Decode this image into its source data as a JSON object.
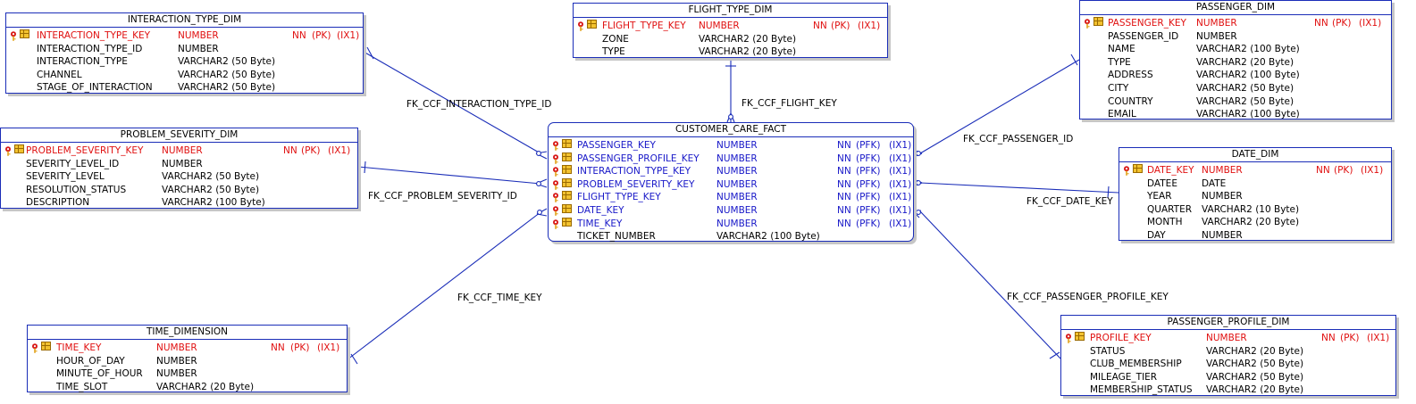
{
  "tables": {
    "interaction_type_dim": {
      "title": "INTERACTION_TYPE_DIM",
      "rows": [
        {
          "name": "INTERACTION_TYPE_KEY",
          "type": "NUMBER",
          "nn": "NN",
          "key": "(PK)",
          "ix": "(IX1)",
          "kind": "pk"
        },
        {
          "name": "INTERACTION_TYPE_ID",
          "type": "NUMBER",
          "nn": "",
          "key": "",
          "ix": "",
          "kind": "col"
        },
        {
          "name": "INTERACTION_TYPE",
          "type": "VARCHAR2 (50 Byte)",
          "nn": "",
          "key": "",
          "ix": "",
          "kind": "col"
        },
        {
          "name": "CHANNEL",
          "type": "VARCHAR2 (50 Byte)",
          "nn": "",
          "key": "",
          "ix": "",
          "kind": "col"
        },
        {
          "name": "STAGE_OF_INTERACTION",
          "type": "VARCHAR2 (50 Byte)",
          "nn": "",
          "key": "",
          "ix": "",
          "kind": "col"
        }
      ]
    },
    "problem_severity_dim": {
      "title": "PROBLEM_SEVERITY_DIM",
      "rows": [
        {
          "name": "PROBLEM_SEVERITY_KEY",
          "type": "NUMBER",
          "nn": "NN",
          "key": "(PK)",
          "ix": "(IX1)",
          "kind": "pk"
        },
        {
          "name": "SEVERITY_LEVEL_ID",
          "type": "NUMBER",
          "nn": "",
          "key": "",
          "ix": "",
          "kind": "col"
        },
        {
          "name": "SEVERITY_LEVEL",
          "type": "VARCHAR2 (50 Byte)",
          "nn": "",
          "key": "",
          "ix": "",
          "kind": "col"
        },
        {
          "name": "RESOLUTION_STATUS",
          "type": "VARCHAR2 (50 Byte)",
          "nn": "",
          "key": "",
          "ix": "",
          "kind": "col"
        },
        {
          "name": "DESCRIPTION",
          "type": "VARCHAR2 (100 Byte)",
          "nn": "",
          "key": "",
          "ix": "",
          "kind": "col"
        }
      ]
    },
    "time_dimension": {
      "title": "TIME_DIMENSION",
      "rows": [
        {
          "name": "TIME_KEY",
          "type": "NUMBER",
          "nn": "NN",
          "key": "(PK)",
          "ix": "(IX1)",
          "kind": "pk"
        },
        {
          "name": "HOUR_OF_DAY",
          "type": "NUMBER",
          "nn": "",
          "key": "",
          "ix": "",
          "kind": "col"
        },
        {
          "name": "MINUTE_OF_HOUR",
          "type": "NUMBER",
          "nn": "",
          "key": "",
          "ix": "",
          "kind": "col"
        },
        {
          "name": "TIME_SLOT",
          "type": "VARCHAR2 (20 Byte)",
          "nn": "",
          "key": "",
          "ix": "",
          "kind": "col"
        }
      ]
    },
    "flight_type_dim": {
      "title": "FLIGHT_TYPE_DIM",
      "rows": [
        {
          "name": "FLIGHT_TYPE_KEY",
          "type": "NUMBER",
          "nn": "NN",
          "key": "(PK)",
          "ix": "(IX1)",
          "kind": "pk"
        },
        {
          "name": "ZONE",
          "type": "VARCHAR2 (20 Byte)",
          "nn": "",
          "key": "",
          "ix": "",
          "kind": "col"
        },
        {
          "name": "TYPE",
          "type": "VARCHAR2 (20 Byte)",
          "nn": "",
          "key": "",
          "ix": "",
          "kind": "col"
        }
      ]
    },
    "customer_care_fact": {
      "title": "CUSTOMER_CARE_FACT",
      "rows": [
        {
          "name": "PASSENGER_KEY",
          "type": "NUMBER",
          "nn": "NN",
          "key": "(PFK)",
          "ix": "(IX1)",
          "kind": "fk"
        },
        {
          "name": "PASSENGER_PROFILE_KEY",
          "type": "NUMBER",
          "nn": "NN",
          "key": "(PFK)",
          "ix": "(IX1)",
          "kind": "fk"
        },
        {
          "name": "INTERACTION_TYPE_KEY",
          "type": "NUMBER",
          "nn": "NN",
          "key": "(PFK)",
          "ix": "(IX1)",
          "kind": "fk"
        },
        {
          "name": "PROBLEM_SEVERITY_KEY",
          "type": "NUMBER",
          "nn": "NN",
          "key": "(PFK)",
          "ix": "(IX1)",
          "kind": "fk"
        },
        {
          "name": "FLIGHT_TYPE_KEY",
          "type": "NUMBER",
          "nn": "NN",
          "key": "(PFK)",
          "ix": "(IX1)",
          "kind": "fk"
        },
        {
          "name": "DATE_KEY",
          "type": "NUMBER",
          "nn": "NN",
          "key": "(PFK)",
          "ix": "(IX1)",
          "kind": "fk"
        },
        {
          "name": "TIME_KEY",
          "type": "NUMBER",
          "nn": "NN",
          "key": "(PFK)",
          "ix": "(IX1)",
          "kind": "fk"
        },
        {
          "name": "TICKET_NUMBER",
          "type": "VARCHAR2 (100 Byte)",
          "nn": "",
          "key": "",
          "ix": "",
          "kind": "col"
        }
      ]
    },
    "passenger_dim": {
      "title": "PASSENGER_DIM",
      "rows": [
        {
          "name": "PASSENGER_KEY",
          "type": "NUMBER",
          "nn": "NN",
          "key": "(PK)",
          "ix": "(IX1)",
          "kind": "pk"
        },
        {
          "name": "PASSENGER_ID",
          "type": "NUMBER",
          "nn": "",
          "key": "",
          "ix": "",
          "kind": "col"
        },
        {
          "name": "NAME",
          "type": "VARCHAR2 (100 Byte)",
          "nn": "",
          "key": "",
          "ix": "",
          "kind": "col"
        },
        {
          "name": "TYPE",
          "type": "VARCHAR2 (20 Byte)",
          "nn": "",
          "key": "",
          "ix": "",
          "kind": "col"
        },
        {
          "name": "ADDRESS",
          "type": "VARCHAR2 (100 Byte)",
          "nn": "",
          "key": "",
          "ix": "",
          "kind": "col"
        },
        {
          "name": "CITY",
          "type": "VARCHAR2 (50 Byte)",
          "nn": "",
          "key": "",
          "ix": "",
          "kind": "col"
        },
        {
          "name": "COUNTRY",
          "type": "VARCHAR2 (50 Byte)",
          "nn": "",
          "key": "",
          "ix": "",
          "kind": "col"
        },
        {
          "name": "EMAIL",
          "type": "VARCHAR2 (100 Byte)",
          "nn": "",
          "key": "",
          "ix": "",
          "kind": "col"
        }
      ]
    },
    "date_dim": {
      "title": "DATE_DIM",
      "rows": [
        {
          "name": "DATE_KEY",
          "type": "NUMBER",
          "nn": "NN",
          "key": "(PK)",
          "ix": "(IX1)",
          "kind": "pk"
        },
        {
          "name": "DATEE",
          "type": "DATE",
          "nn": "",
          "key": "",
          "ix": "",
          "kind": "col"
        },
        {
          "name": "YEAR",
          "type": "NUMBER",
          "nn": "",
          "key": "",
          "ix": "",
          "kind": "col"
        },
        {
          "name": "QUARTER",
          "type": "VARCHAR2 (10 Byte)",
          "nn": "",
          "key": "",
          "ix": "",
          "kind": "col"
        },
        {
          "name": "MONTH",
          "type": "VARCHAR2 (20 Byte)",
          "nn": "",
          "key": "",
          "ix": "",
          "kind": "col"
        },
        {
          "name": "DAY",
          "type": "NUMBER",
          "nn": "",
          "key": "",
          "ix": "",
          "kind": "col"
        }
      ]
    },
    "passenger_profile_dim": {
      "title": "PASSENGER_PROFILE_DIM",
      "rows": [
        {
          "name": "PROFILE_KEY",
          "type": "NUMBER",
          "nn": "NN",
          "key": "(PK)",
          "ix": "(IX1)",
          "kind": "pk"
        },
        {
          "name": "STATUS",
          "type": "VARCHAR2 (20 Byte)",
          "nn": "",
          "key": "",
          "ix": "",
          "kind": "col"
        },
        {
          "name": "CLUB_MEMBERSHIP",
          "type": "VARCHAR2 (50 Byte)",
          "nn": "",
          "key": "",
          "ix": "",
          "kind": "col"
        },
        {
          "name": "MILEAGE_TIER",
          "type": "VARCHAR2 (50 Byte)",
          "nn": "",
          "key": "",
          "ix": "",
          "kind": "col"
        },
        {
          "name": "MEMBERSHIP_STATUS",
          "type": "VARCHAR2 (20 Byte)",
          "nn": "",
          "key": "",
          "ix": "",
          "kind": "col"
        }
      ]
    }
  },
  "relationships": {
    "interaction_type": "FK_CCF_INTERACTION_TYPE_ID",
    "problem_severity": "FK_CCF_PROBLEM_SEVERITY_ID",
    "time": "FK_CCF_TIME_KEY",
    "flight": "FK_CCF_FLIGHT_KEY",
    "passenger": "FK_CCF_PASSENGER_ID",
    "date": "FK_CCF_DATE_KEY",
    "passenger_profile": "FK_CCF_PASSENGER_PROFILE_KEY"
  },
  "colors": {
    "border": "#1a2db8",
    "primary_key_text": "#e01010",
    "foreign_key_text": "#1818c8",
    "key_icon": "#d81818",
    "grid_icon": "#f2c230"
  },
  "icons": {
    "primary_key": "key-icon",
    "column": "column-grid-icon"
  }
}
